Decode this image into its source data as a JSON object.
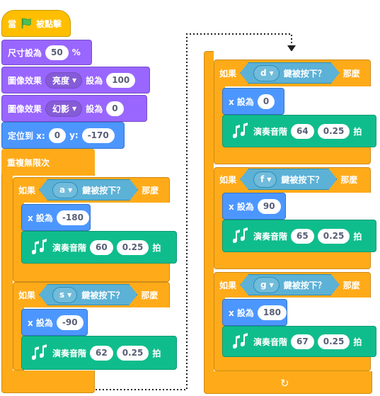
{
  "when_flag": {
    "prefix": "當",
    "suffix": "被點擊"
  },
  "set_size": {
    "label": "尺寸設為",
    "value": "50",
    "unit": "%"
  },
  "effect1": {
    "label": "圖像效果",
    "option": "亮度",
    "set_label": "設為",
    "value": "100"
  },
  "effect2": {
    "label": "圖像效果",
    "option": "幻影",
    "set_label": "設為",
    "value": "0"
  },
  "goto": {
    "label": "定位到 x:",
    "x": "0",
    "ylabel": "y:",
    "y": "-170"
  },
  "forever": {
    "label": "重複無限次"
  },
  "if_a": {
    "if": "如果",
    "key": "a",
    "pressed": "鍵被按下？",
    "then": "那麼",
    "setx_label": "x 設為",
    "setx": "-180",
    "play": "演奏音階",
    "note": "60",
    "beats": "0.25",
    "beats_unit": "拍"
  },
  "if_s": {
    "if": "如果",
    "key": "s",
    "pressed": "鍵被按下？",
    "then": "那麼",
    "setx_label": "x 設為",
    "setx": "-90",
    "play": "演奏音階",
    "note": "62",
    "beats": "0.25",
    "beats_unit": "拍"
  },
  "if_d": {
    "if": "如果",
    "key": "d",
    "pressed": "鍵被按下？",
    "then": "那麼",
    "setx_label": "x 設為",
    "setx": "0",
    "play": "演奏音階",
    "note": "64",
    "beats": "0.25",
    "beats_unit": "拍"
  },
  "if_f": {
    "if": "如果",
    "key": "f",
    "pressed": "鍵被按下？",
    "then": "那麼",
    "setx_label": "x 設為",
    "setx": "90",
    "play": "演奏音階",
    "note": "65",
    "beats": "0.25",
    "beats_unit": "拍"
  },
  "if_g": {
    "if": "如果",
    "key": "g",
    "pressed": "鍵被按下？",
    "then": "那麼",
    "setx_label": "x 設為",
    "setx": "180",
    "play": "演奏音階",
    "note": "67",
    "beats": "0.25",
    "beats_unit": "拍"
  },
  "colors": {
    "events": "#FFBF00",
    "looks": "#9966FF",
    "motion": "#4C97FF",
    "control": "#FFAB19",
    "sensing": "#5CB1D6",
    "music": "#0FBD8C"
  }
}
